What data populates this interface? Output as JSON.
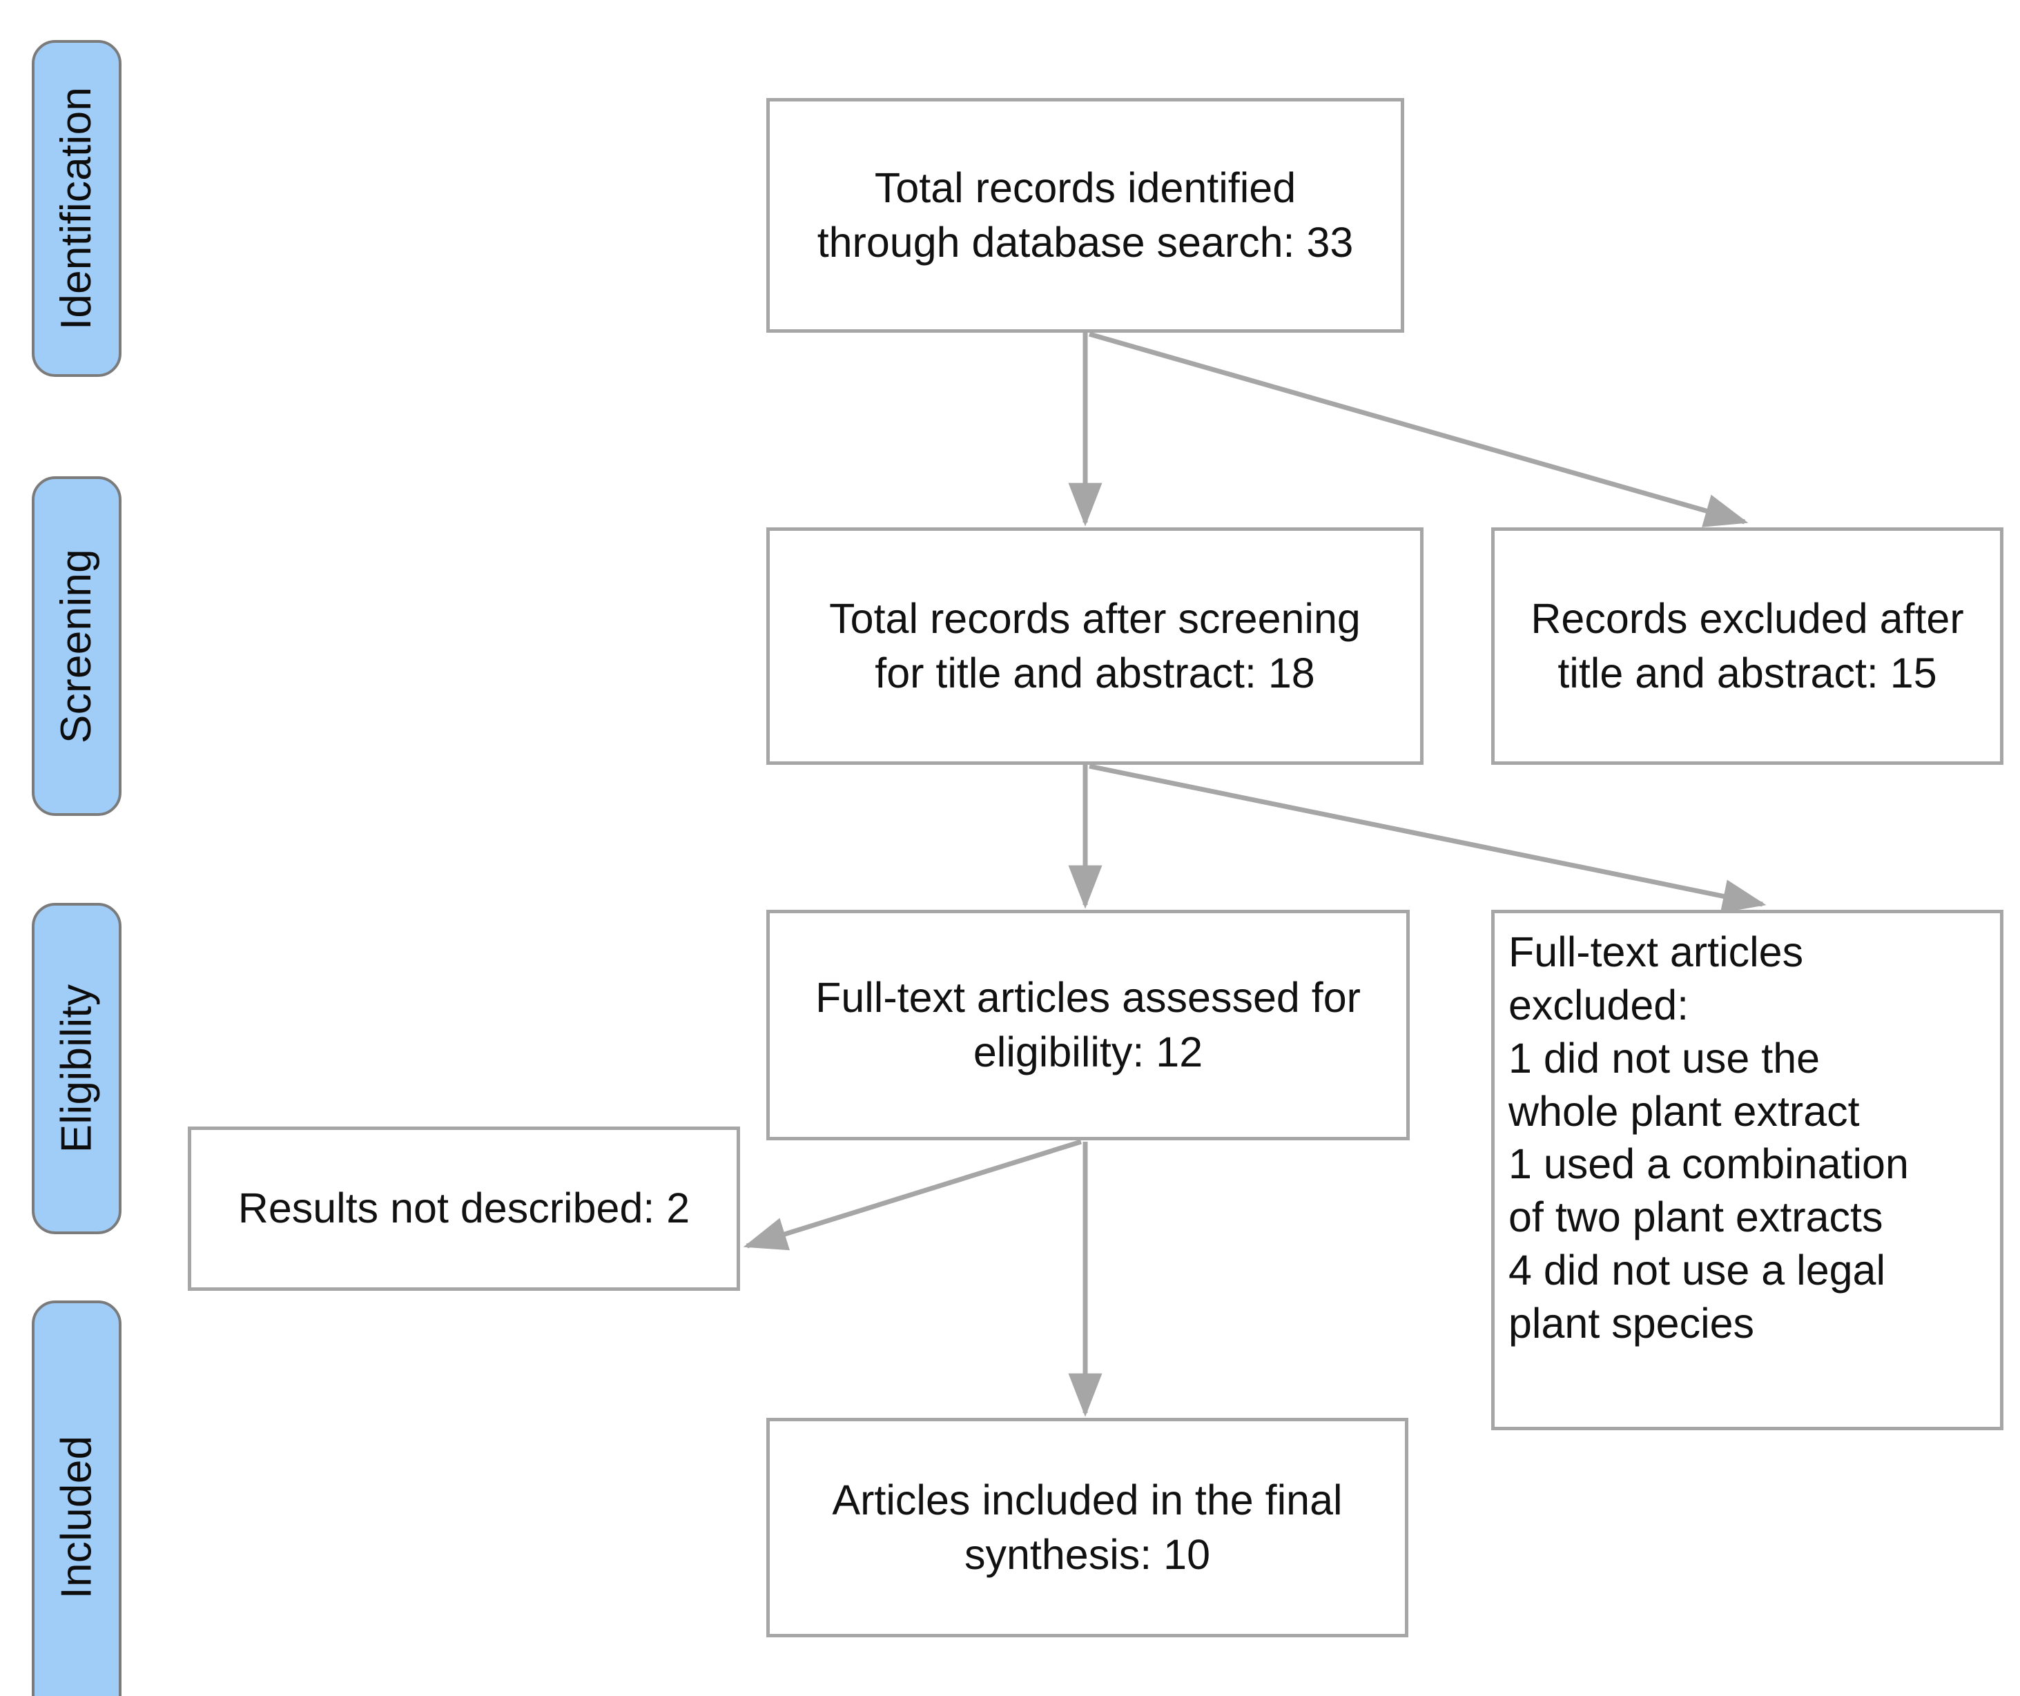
{
  "diagram": {
    "title": "PRISMA study selection flow diagram",
    "type": "flowchart",
    "colors": {
      "stage_pill_fill": "#a0ccf8",
      "stage_pill_border": "#7b7b7b",
      "box_border": "#a6a6a6",
      "box_fill": "#ffffff",
      "connector": "#a6a6a6",
      "text": "#111111",
      "background": "#ffffff"
    }
  },
  "stages": [
    {
      "id": "identification",
      "label": "Identification"
    },
    {
      "id": "screening",
      "label": "Screening"
    },
    {
      "id": "eligibility",
      "label": "Eligibility"
    },
    {
      "id": "included",
      "label": "Included"
    }
  ],
  "boxes": {
    "identified": {
      "text": "Total records identified\nthrough database search: 33",
      "count": 33,
      "stage": "identification"
    },
    "after_screening": {
      "text": "Total records after screening\nfor title and abstract: 18",
      "count": 18,
      "stage": "screening"
    },
    "excluded_title_abstract": {
      "text": "Records excluded after\ntitle and abstract: 15",
      "count": 15,
      "stage": "screening"
    },
    "fulltext_assessed": {
      "text": "Full-text articles assessed for\neligibility: 12",
      "count": 12,
      "stage": "eligibility"
    },
    "fulltext_excluded": {
      "text": "Full-text articles\nexcluded:\n1 did not use the\nwhole plant extract\n1 used a combination\nof two plant extracts\n4 did not use a legal\nplant species",
      "reasons": [
        {
          "count": 1,
          "reason": "did not use the whole plant extract"
        },
        {
          "count": 1,
          "reason": "used a combination of two plant extracts"
        },
        {
          "count": 4,
          "reason": "did not use a legal plant species"
        }
      ],
      "stage": "eligibility"
    },
    "results_not_described": {
      "text": "Results not described: 2",
      "count": 2,
      "stage": "eligibility"
    },
    "included_final": {
      "text": "Articles included in the final\nsynthesis: 10",
      "count": 10,
      "stage": "included"
    }
  },
  "connectors": [
    {
      "id": "identified-to-after-screening",
      "from": "identified",
      "to": "after_screening",
      "kind": "vertical-arrow"
    },
    {
      "id": "identified-to-excluded-ta",
      "from": "identified",
      "to": "excluded_title_abstract",
      "kind": "diagonal-arrow"
    },
    {
      "id": "screening-to-fulltext-assessed",
      "from": "after_screening",
      "to": "fulltext_assessed",
      "kind": "vertical-arrow"
    },
    {
      "id": "screening-to-fulltext-excluded",
      "from": "after_screening",
      "to": "fulltext_excluded",
      "kind": "diagonal-arrow"
    },
    {
      "id": "eligibility-to-results-not-described",
      "from": "fulltext_assessed",
      "to": "results_not_described",
      "kind": "diagonal-arrow"
    },
    {
      "id": "eligibility-to-included",
      "from": "fulltext_assessed",
      "to": "included_final",
      "kind": "vertical-arrow"
    }
  ]
}
